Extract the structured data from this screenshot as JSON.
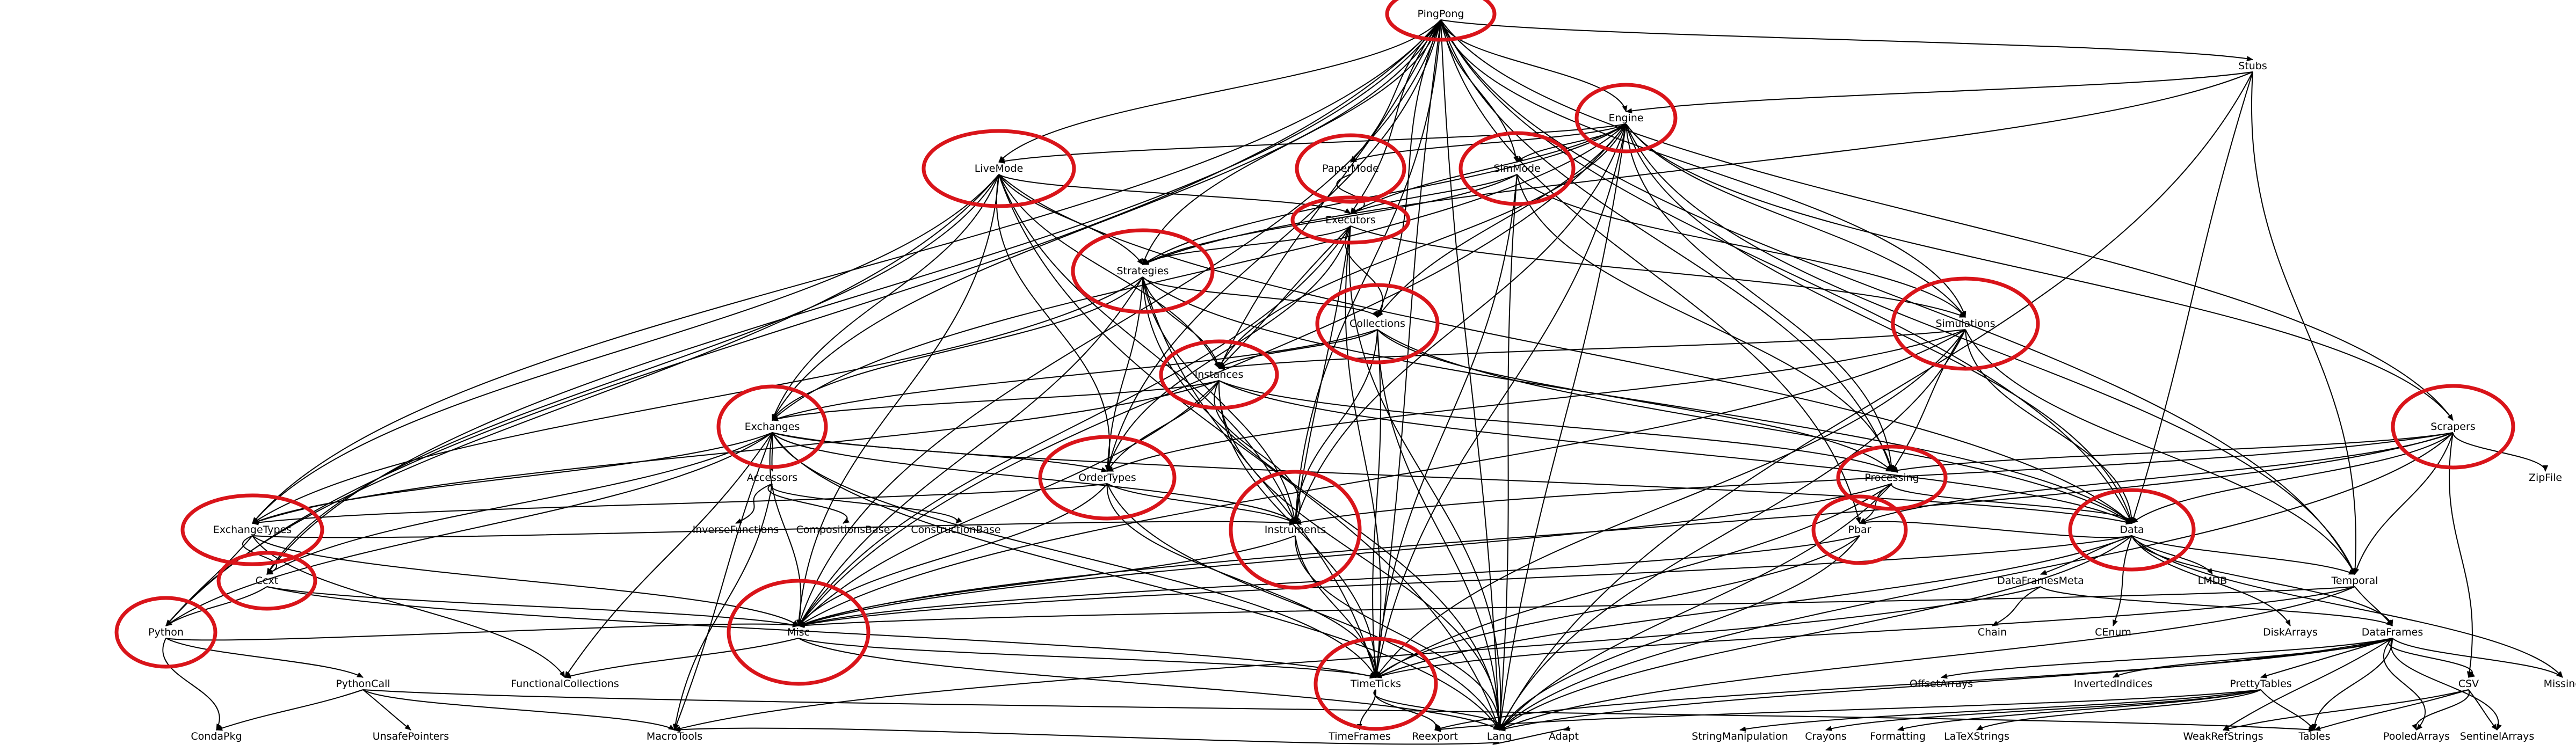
{
  "diagram": {
    "background": "#ffffff",
    "edge_color": "#000000",
    "highlight_color": "#d9141a",
    "nodes": [
      {
        "id": "PingPong",
        "label": "PingPong",
        "highlighted": true
      },
      {
        "id": "Stubs",
        "label": "Stubs",
        "highlighted": false
      },
      {
        "id": "Engine",
        "label": "Engine",
        "highlighted": true
      },
      {
        "id": "LiveMode",
        "label": "LiveMode",
        "highlighted": true
      },
      {
        "id": "PaperMode",
        "label": "PaperMode",
        "highlighted": true
      },
      {
        "id": "SimMode",
        "label": "SimMode",
        "highlighted": true
      },
      {
        "id": "Executors",
        "label": "Executors",
        "highlighted": true
      },
      {
        "id": "Strategies",
        "label": "Strategies",
        "highlighted": true
      },
      {
        "id": "Collections",
        "label": "Collections",
        "highlighted": true
      },
      {
        "id": "Simulations",
        "label": "Simulations",
        "highlighted": true
      },
      {
        "id": "Instances",
        "label": "Instances",
        "highlighted": true
      },
      {
        "id": "Exchanges",
        "label": "Exchanges",
        "highlighted": true
      },
      {
        "id": "Scrapers",
        "label": "Scrapers",
        "highlighted": true
      },
      {
        "id": "Accessors",
        "label": "Accessors",
        "highlighted": false
      },
      {
        "id": "OrderTypes",
        "label": "OrderTypes",
        "highlighted": true
      },
      {
        "id": "Processing",
        "label": "Processing",
        "highlighted": true
      },
      {
        "id": "ZipFile",
        "label": "ZipFile",
        "highlighted": false
      },
      {
        "id": "ExchangeTypes",
        "label": "ExchangeTypes",
        "highlighted": true
      },
      {
        "id": "InverseFunctions",
        "label": "InverseFunctions",
        "highlighted": false
      },
      {
        "id": "CompositionsBase",
        "label": "CompositionsBase",
        "highlighted": false
      },
      {
        "id": "ConstructionBase",
        "label": "ConstructionBase",
        "highlighted": false
      },
      {
        "id": "Instruments",
        "label": "Instruments",
        "highlighted": true
      },
      {
        "id": "Pbar",
        "label": "Pbar",
        "highlighted": true
      },
      {
        "id": "Data",
        "label": "Data",
        "highlighted": true
      },
      {
        "id": "Ccxt",
        "label": "Ccxt",
        "highlighted": true
      },
      {
        "id": "DataFramesMeta",
        "label": "DataFramesMeta",
        "highlighted": false
      },
      {
        "id": "LMDB",
        "label": "LMDB",
        "highlighted": false
      },
      {
        "id": "Temporal",
        "label": "Temporal",
        "highlighted": false
      },
      {
        "id": "Python",
        "label": "Python",
        "highlighted": true
      },
      {
        "id": "Misc",
        "label": "Misc",
        "highlighted": true
      },
      {
        "id": "Chain",
        "label": "Chain",
        "highlighted": false
      },
      {
        "id": "CEnum",
        "label": "CEnum",
        "highlighted": false
      },
      {
        "id": "DiskArrays",
        "label": "DiskArrays",
        "highlighted": false
      },
      {
        "id": "DataFrames",
        "label": "DataFrames",
        "highlighted": false
      },
      {
        "id": "PythonCall",
        "label": "PythonCall",
        "highlighted": false
      },
      {
        "id": "FunctionalCollections",
        "label": "FunctionalCollections",
        "highlighted": false
      },
      {
        "id": "TimeTicks",
        "label": "TimeTicks",
        "highlighted": true
      },
      {
        "id": "OffsetArrays",
        "label": "OffsetArrays",
        "highlighted": false
      },
      {
        "id": "InvertedIndices",
        "label": "InvertedIndices",
        "highlighted": false
      },
      {
        "id": "PrettyTables",
        "label": "PrettyTables",
        "highlighted": false
      },
      {
        "id": "CSV",
        "label": "CSV",
        "highlighted": false
      },
      {
        "id": "Missings",
        "label": "Missing",
        "highlighted": false
      },
      {
        "id": "CondaPkg",
        "label": "CondaPkg",
        "highlighted": false
      },
      {
        "id": "UnsafePointers",
        "label": "UnsafePointers",
        "highlighted": false
      },
      {
        "id": "MacroTools",
        "label": "MacroTools",
        "highlighted": false
      },
      {
        "id": "TimeFrames",
        "label": "TimeFrames",
        "highlighted": false
      },
      {
        "id": "Reexport",
        "label": "Reexport",
        "highlighted": false
      },
      {
        "id": "Lang",
        "label": "Lang",
        "highlighted": false
      },
      {
        "id": "Adapt",
        "label": "Adapt",
        "highlighted": false
      },
      {
        "id": "StringManipulation",
        "label": "StringManipulation",
        "highlighted": false
      },
      {
        "id": "Crayons",
        "label": "Crayons",
        "highlighted": false
      },
      {
        "id": "Formatting",
        "label": "Formatting",
        "highlighted": false
      },
      {
        "id": "LaTeXStrings",
        "label": "LaTeXStrings",
        "highlighted": false
      },
      {
        "id": "WeakRefStrings",
        "label": "WeakRefStrings",
        "highlighted": false
      },
      {
        "id": "Tables",
        "label": "Tables",
        "highlighted": false
      },
      {
        "id": "PooledArrays",
        "label": "PooledArrays",
        "highlighted": false
      },
      {
        "id": "SentinelArrays",
        "label": "SentinelArrays",
        "highlighted": false
      }
    ],
    "edges": [
      [
        "PingPong",
        "Stubs"
      ],
      [
        "PingPong",
        "Engine"
      ],
      [
        "PingPong",
        "LiveMode"
      ],
      [
        "PingPong",
        "PaperMode"
      ],
      [
        "PingPong",
        "SimMode"
      ],
      [
        "PingPong",
        "Strategies"
      ],
      [
        "PingPong",
        "Collections"
      ],
      [
        "PingPong",
        "Simulations"
      ],
      [
        "PingPong",
        "Instances"
      ],
      [
        "PingPong",
        "Exchanges"
      ],
      [
        "PingPong",
        "Scrapers"
      ],
      [
        "PingPong",
        "ExchangeTypes"
      ],
      [
        "PingPong",
        "Instruments"
      ],
      [
        "PingPong",
        "Data"
      ],
      [
        "PingPong",
        "Ccxt"
      ],
      [
        "PingPong",
        "Python"
      ],
      [
        "PingPong",
        "Misc"
      ],
      [
        "PingPong",
        "TimeTicks"
      ],
      [
        "PingPong",
        "Processing"
      ],
      [
        "PingPong",
        "Pbar"
      ],
      [
        "PingPong",
        "Lang"
      ],
      [
        "PingPong",
        "Executors"
      ],
      [
        "PingPong",
        "OrderTypes"
      ],
      [
        "PingPong",
        "Temporal"
      ],
      [
        "Stubs",
        "Engine"
      ],
      [
        "Stubs",
        "Data"
      ],
      [
        "Stubs",
        "Strategies"
      ],
      [
        "Stubs",
        "Temporal"
      ],
      [
        "Stubs",
        "Lang"
      ],
      [
        "Engine",
        "LiveMode"
      ],
      [
        "Engine",
        "PaperMode"
      ],
      [
        "Engine",
        "SimMode"
      ],
      [
        "Engine",
        "Executors"
      ],
      [
        "Engine",
        "Strategies"
      ],
      [
        "Engine",
        "Collections"
      ],
      [
        "Engine",
        "Simulations"
      ],
      [
        "Engine",
        "Instances"
      ],
      [
        "Engine",
        "Exchanges"
      ],
      [
        "Engine",
        "Processing"
      ],
      [
        "Engine",
        "Data"
      ],
      [
        "Engine",
        "Instruments"
      ],
      [
        "Engine",
        "Misc"
      ],
      [
        "Engine",
        "TimeTicks"
      ],
      [
        "Engine",
        "Lang"
      ],
      [
        "Engine",
        "Temporal"
      ],
      [
        "Engine",
        "Scrapers"
      ],
      [
        "LiveMode",
        "Executors"
      ],
      [
        "LiveMode",
        "Strategies"
      ],
      [
        "LiveMode",
        "Instances"
      ],
      [
        "LiveMode",
        "Exchanges"
      ],
      [
        "LiveMode",
        "OrderTypes"
      ],
      [
        "LiveMode",
        "ExchangeTypes"
      ],
      [
        "LiveMode",
        "Misc"
      ],
      [
        "LiveMode",
        "Python"
      ],
      [
        "LiveMode",
        "Ccxt"
      ],
      [
        "LiveMode",
        "Instruments"
      ],
      [
        "LiveMode",
        "Lang"
      ],
      [
        "LiveMode",
        "Data"
      ],
      [
        "PaperMode",
        "Executors"
      ],
      [
        "SimMode",
        "Executors"
      ],
      [
        "SimMode",
        "Simulations"
      ],
      [
        "SimMode",
        "TimeTicks"
      ],
      [
        "SimMode",
        "Lang"
      ],
      [
        "SimMode",
        "Processing"
      ],
      [
        "SimMode",
        "Strategies"
      ],
      [
        "Executors",
        "Strategies"
      ],
      [
        "Executors",
        "Collections"
      ],
      [
        "Executors",
        "Instances"
      ],
      [
        "Executors",
        "OrderTypes"
      ],
      [
        "Executors",
        "Instruments"
      ],
      [
        "Executors",
        "Misc"
      ],
      [
        "Executors",
        "Lang"
      ],
      [
        "Executors",
        "TimeTicks"
      ],
      [
        "Executors",
        "Simulations"
      ],
      [
        "Strategies",
        "Collections"
      ],
      [
        "Strategies",
        "Instances"
      ],
      [
        "Strategies",
        "Exchanges"
      ],
      [
        "Strategies",
        "OrderTypes"
      ],
      [
        "Strategies",
        "Instruments"
      ],
      [
        "Strategies",
        "Misc"
      ],
      [
        "Strategies",
        "Data"
      ],
      [
        "Strategies",
        "ExchangeTypes"
      ],
      [
        "Strategies",
        "Lang"
      ],
      [
        "Strategies",
        "TimeTicks"
      ],
      [
        "Collections",
        "Instances"
      ],
      [
        "Collections",
        "Exchanges"
      ],
      [
        "Collections",
        "Instruments"
      ],
      [
        "Collections",
        "Data"
      ],
      [
        "Collections",
        "Lang"
      ],
      [
        "Collections",
        "TimeTicks"
      ],
      [
        "Collections",
        "Processing"
      ],
      [
        "Simulations",
        "Instances"
      ],
      [
        "Simulations",
        "Processing"
      ],
      [
        "Simulations",
        "Data"
      ],
      [
        "Simulations",
        "OrderTypes"
      ],
      [
        "Simulations",
        "Misc"
      ],
      [
        "Simulations",
        "Temporal"
      ],
      [
        "Simulations",
        "TimeTicks"
      ],
      [
        "Simulations",
        "Lang"
      ],
      [
        "Instances",
        "Exchanges"
      ],
      [
        "Instances",
        "OrderTypes"
      ],
      [
        "Instances",
        "Instruments"
      ],
      [
        "Instances",
        "Data"
      ],
      [
        "Instances",
        "Misc"
      ],
      [
        "Instances",
        "TimeTicks"
      ],
      [
        "Instances",
        "Lang"
      ],
      [
        "Instances",
        "ExchangeTypes"
      ],
      [
        "Instances",
        "Processing"
      ],
      [
        "Exchanges",
        "Accessors"
      ],
      [
        "Exchanges",
        "OrderTypes"
      ],
      [
        "Exchanges",
        "ExchangeTypes"
      ],
      [
        "Exchanges",
        "Instruments"
      ],
      [
        "Exchanges",
        "Ccxt"
      ],
      [
        "Exchanges",
        "Misc"
      ],
      [
        "Exchanges",
        "Python"
      ],
      [
        "Exchanges",
        "Data"
      ],
      [
        "Exchanges",
        "TimeTicks"
      ],
      [
        "Exchanges",
        "Lang"
      ],
      [
        "Exchanges",
        "FunctionalCollections"
      ],
      [
        "Exchanges",
        "MacroTools"
      ],
      [
        "Accessors",
        "InverseFunctions"
      ],
      [
        "Accessors",
        "CompositionsBase"
      ],
      [
        "Accessors",
        "ConstructionBase"
      ],
      [
        "Accessors",
        "MacroTools"
      ],
      [
        "OrderTypes",
        "ExchangeTypes"
      ],
      [
        "OrderTypes",
        "Instruments"
      ],
      [
        "OrderTypes",
        "Misc"
      ],
      [
        "OrderTypes",
        "Lang"
      ],
      [
        "OrderTypes",
        "TimeTicks"
      ],
      [
        "Scrapers",
        "Data"
      ],
      [
        "Scrapers",
        "Processing"
      ],
      [
        "Scrapers",
        "Pbar"
      ],
      [
        "Scrapers",
        "ZipFile"
      ],
      [
        "Scrapers",
        "CSV"
      ],
      [
        "Scrapers",
        "Misc"
      ],
      [
        "Scrapers",
        "Instruments"
      ],
      [
        "Scrapers",
        "Temporal"
      ],
      [
        "Scrapers",
        "Lang"
      ],
      [
        "Processing",
        "Data"
      ],
      [
        "Processing",
        "Pbar"
      ],
      [
        "Processing",
        "Misc"
      ],
      [
        "Processing",
        "TimeTicks"
      ],
      [
        "Processing",
        "Lang"
      ],
      [
        "ExchangeTypes",
        "Ccxt"
      ],
      [
        "ExchangeTypes",
        "Python"
      ],
      [
        "ExchangeTypes",
        "Misc"
      ],
      [
        "ExchangeTypes",
        "Instruments"
      ],
      [
        "ExchangeTypes",
        "FunctionalCollections"
      ],
      [
        "Instruments",
        "Misc"
      ],
      [
        "Instruments",
        "Lang"
      ],
      [
        "Instruments",
        "TimeTicks"
      ],
      [
        "Pbar",
        "Misc"
      ],
      [
        "Pbar",
        "Lang"
      ],
      [
        "Pbar",
        "TimeTicks"
      ],
      [
        "Data",
        "DataFramesMeta"
      ],
      [
        "Data",
        "LMDB"
      ],
      [
        "Data",
        "Temporal"
      ],
      [
        "Data",
        "DataFrames"
      ],
      [
        "Data",
        "DiskArrays"
      ],
      [
        "Data",
        "Misc"
      ],
      [
        "Data",
        "TimeTicks"
      ],
      [
        "Data",
        "Lang"
      ],
      [
        "Data",
        "Pbar"
      ],
      [
        "Data",
        "CEnum"
      ],
      [
        "Data",
        "Missings"
      ],
      [
        "DataFramesMeta",
        "Chain"
      ],
      [
        "DataFramesMeta",
        "DataFrames"
      ],
      [
        "DataFramesMeta",
        "MacroTools"
      ],
      [
        "Ccxt",
        "Python"
      ],
      [
        "Ccxt",
        "Misc"
      ],
      [
        "Ccxt",
        "TimeTicks"
      ],
      [
        "Python",
        "PythonCall"
      ],
      [
        "Python",
        "CondaPkg"
      ],
      [
        "Python",
        "Misc"
      ],
      [
        "Temporal",
        "TimeTicks"
      ],
      [
        "Temporal",
        "Misc"
      ],
      [
        "Temporal",
        "Lang"
      ],
      [
        "Temporal",
        "DataFrames"
      ],
      [
        "Misc",
        "TimeTicks"
      ],
      [
        "Misc",
        "Lang"
      ],
      [
        "Misc",
        "FunctionalCollections"
      ],
      [
        "PythonCall",
        "CondaPkg"
      ],
      [
        "PythonCall",
        "UnsafePointers"
      ],
      [
        "PythonCall",
        "MacroTools"
      ],
      [
        "PythonCall",
        "Tables"
      ],
      [
        "TimeTicks",
        "TimeFrames"
      ],
      [
        "TimeTicks",
        "Reexport"
      ],
      [
        "TimeTicks",
        "Lang"
      ],
      [
        "DataFrames",
        "OffsetArrays"
      ],
      [
        "DataFrames",
        "InvertedIndices"
      ],
      [
        "DataFrames",
        "PrettyTables"
      ],
      [
        "DataFrames",
        "CSV"
      ],
      [
        "DataFrames",
        "Missings"
      ],
      [
        "DataFrames",
        "Tables"
      ],
      [
        "DataFrames",
        "PooledArrays"
      ],
      [
        "DataFrames",
        "SentinelArrays"
      ],
      [
        "DataFrames",
        "WeakRefStrings"
      ],
      [
        "DataFrames",
        "Reexport"
      ],
      [
        "DataFrames",
        "Lang"
      ],
      [
        "PrettyTables",
        "StringManipulation"
      ],
      [
        "PrettyTables",
        "Crayons"
      ],
      [
        "PrettyTables",
        "Formatting"
      ],
      [
        "PrettyTables",
        "LaTeXStrings"
      ],
      [
        "PrettyTables",
        "Tables"
      ],
      [
        "PrettyTables",
        "Reexport"
      ],
      [
        "CSV",
        "Tables"
      ],
      [
        "CSV",
        "WeakRefStrings"
      ],
      [
        "CSV",
        "PooledArrays"
      ],
      [
        "CSV",
        "SentinelArrays"
      ],
      [
        "Lang",
        "Adapt"
      ],
      [
        "Lang",
        "MacroTools"
      ]
    ]
  }
}
